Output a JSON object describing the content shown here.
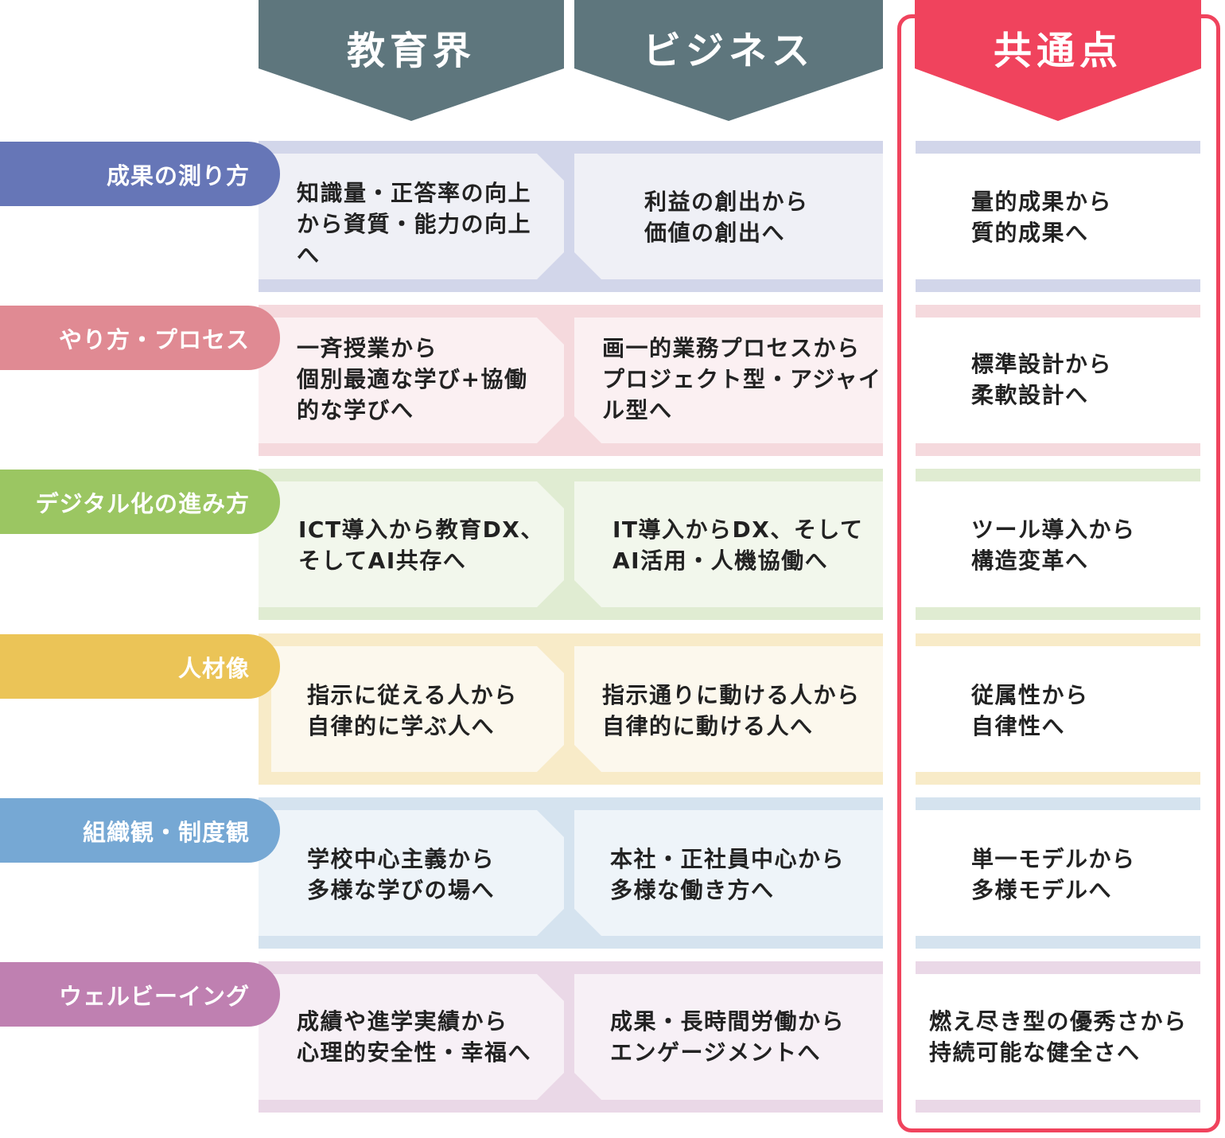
{
  "headers": {
    "education": "教育界",
    "business": "ビジネス",
    "common": "共通点"
  },
  "colors": {
    "header_gray": "#5e767d",
    "header_red": "#f0435d"
  },
  "rows": [
    {
      "label": "成果の測り方",
      "color": "#6676b7",
      "band": "#d2d6ea",
      "fill": "#eff0f6",
      "education": "知識量・正答率の向上\nから資質・能力の向上\nへ",
      "business": "利益の創出から\n価値の創出へ",
      "common": "量的成果から\n質的成果へ"
    },
    {
      "label": "やり方・プロセス",
      "color": "#e08a93",
      "band": "#f5d9dd",
      "fill": "#fbf0f2",
      "education": "一斉授業から\n個別最適な学び+協働\n的な学びへ",
      "business": "画一的業務プロセスから\nプロジェクト型・アジャイ\nル型へ",
      "common": "標準設計から\n柔軟設計へ"
    },
    {
      "label": "デジタル化の進み方",
      "color": "#9bc662",
      "band": "#e0ecd2",
      "fill": "#f2f7ec",
      "education": "ICT導入から教育DX、\nそしてAI共存へ",
      "business": "IT導入からDX、そして\nAI活用・人機協働へ",
      "common": "ツール導入から\n構造変革へ"
    },
    {
      "label": "人材像",
      "color": "#ebc457",
      "band": "#f8ebc8",
      "fill": "#fcf8ed",
      "education": "指示に従える人から\n自律的に学ぶ人へ",
      "business": "指示通りに動ける人から\n自律的に動ける人へ",
      "common": "従属性から\n自律性へ"
    },
    {
      "label": "組織観・制度観",
      "color": "#76a8d4",
      "band": "#d5e3ef",
      "fill": "#eef4f9",
      "education": "学校中心主義から\n多様な学びの場へ",
      "business": "本社・正社員中心から\n多様な働き方へ",
      "common": "単一モデルから\n多様モデルへ"
    },
    {
      "label": "ウェルビーイング",
      "color": "#bf80b1",
      "band": "#ead8e7",
      "fill": "#f7f0f6",
      "education": "成績や進学実績から\n心理的安全性・幸福へ",
      "business": "成果・長時間労働から\nエンゲージメントへ",
      "common": "燃え尽き型の優秀さから\n持続可能な健全さへ"
    }
  ]
}
